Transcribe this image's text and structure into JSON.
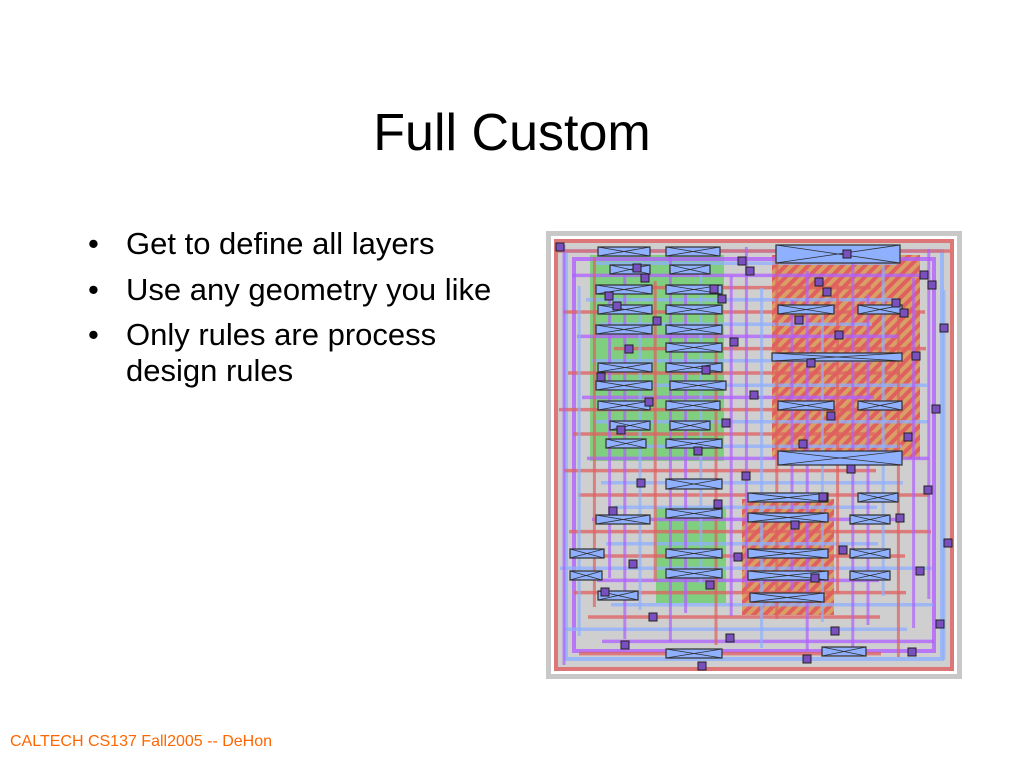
{
  "slide": {
    "title": "Full Custom",
    "bullets": [
      "Get to define all layers",
      "Use any geometry you like",
      "Only rules are process design rules"
    ],
    "figure": {
      "icon": "vlsi-layout-image",
      "colors": {
        "frame": "#c8c8c8",
        "metal2": "#e06060",
        "metal1": "#8fb0ff",
        "poly": "#b060ff",
        "diffusion": "#40d040",
        "well": "#d9a066",
        "contact": "#7a4fc0"
      }
    },
    "footer": "CALTECH CS137 Fall2005 -- DeHon"
  }
}
